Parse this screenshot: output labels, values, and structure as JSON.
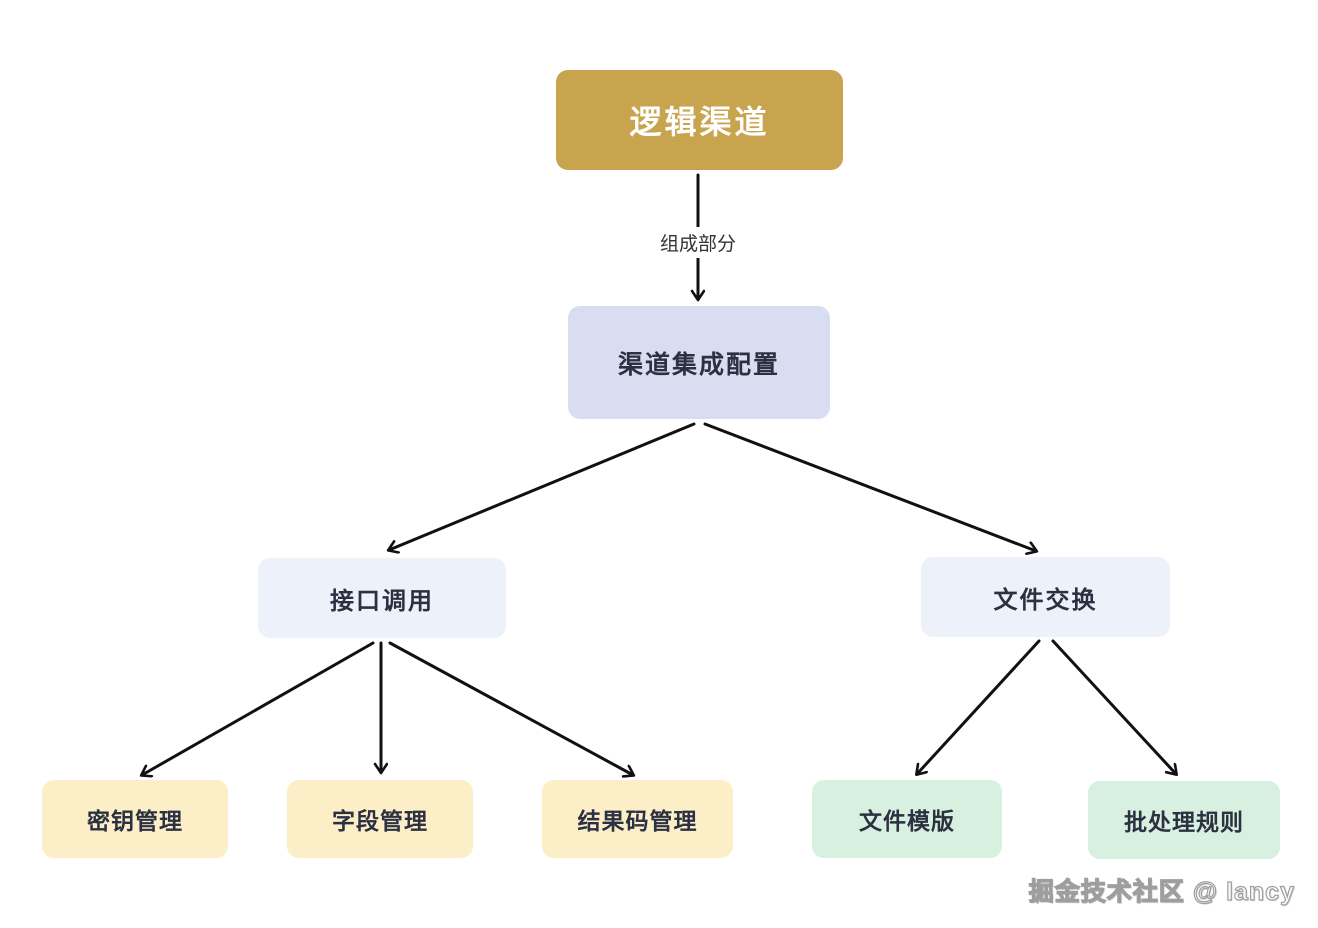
{
  "diagram": {
    "nodes": {
      "root": {
        "label": "逻辑渠道"
      },
      "config": {
        "label": "渠道集成配置"
      },
      "api": {
        "label": "接口调用"
      },
      "file": {
        "label": "文件交换"
      },
      "key": {
        "label": "密钥管理"
      },
      "field": {
        "label": "字段管理"
      },
      "result": {
        "label": "结果码管理"
      },
      "template": {
        "label": "文件模版"
      },
      "batch": {
        "label": "批处理规则"
      }
    },
    "edge": {
      "label": "组成部分"
    },
    "watermark": {
      "text": "掘金技术社区 @ lancy"
    },
    "colors": {
      "root_bg": "#c8a44e",
      "root_text": "#ffffff",
      "config_bg": "#d9ddf2",
      "mid_bg": "#edf1fa",
      "leaf_yellow_bg": "#fcefc8",
      "leaf_green_bg": "#d7f0df",
      "node_text": "#2b3140",
      "arrow": "#111111",
      "background": "#ffffff"
    }
  }
}
